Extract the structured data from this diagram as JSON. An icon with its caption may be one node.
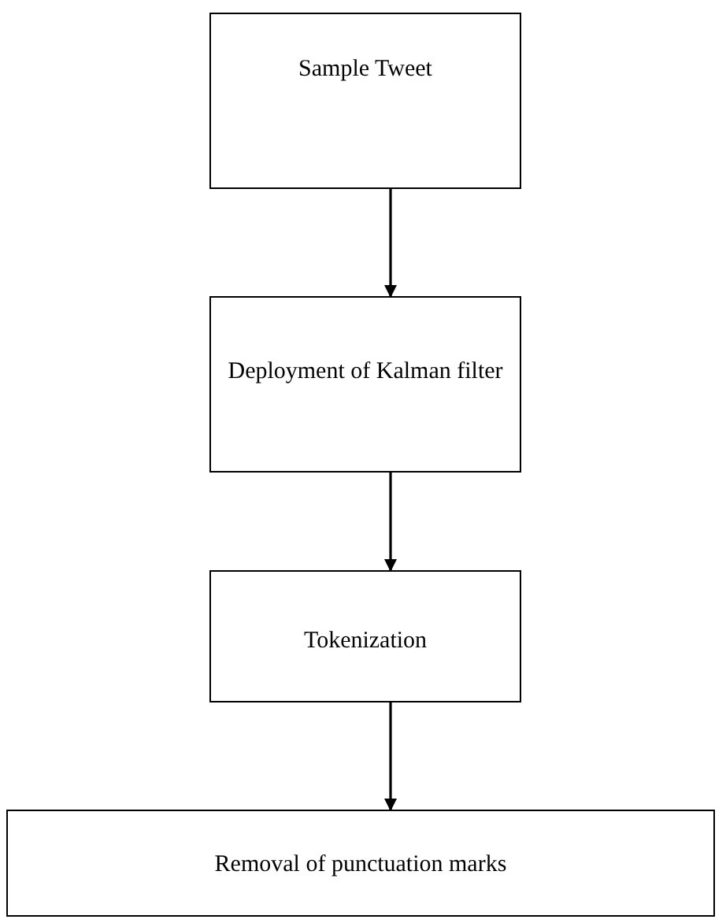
{
  "diagram": {
    "nodes": [
      {
        "text": [
          "Sample Tweet"
        ]
      },
      {
        "text": [
          "Deployment of Kalman filter"
        ]
      },
      {
        "text": [
          "Tokenization"
        ]
      },
      {
        "text": [
          "Removal of punctuation marks"
        ]
      }
    ],
    "edges": [
      {
        "from": 0,
        "to": 1,
        "arrow": "to"
      },
      {
        "from": 1,
        "to": 2,
        "arrow": "to"
      },
      {
        "from": 2,
        "to": 3,
        "arrow": "to"
      }
    ]
  }
}
